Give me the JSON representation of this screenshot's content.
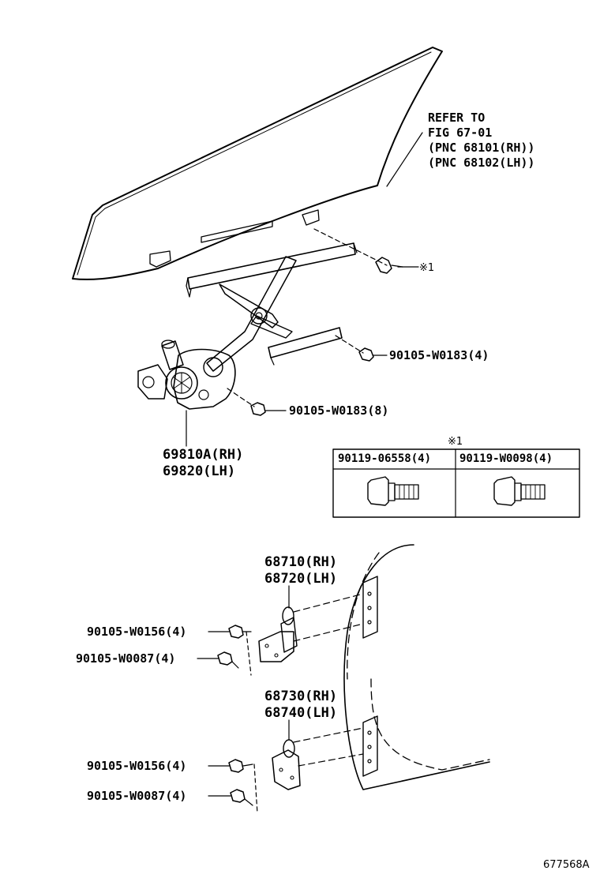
{
  "refer_note": {
    "line1": "REFER TO",
    "line2": "FIG 67-01",
    "line3": "(PNC 68101(RH))",
    "line4": "(PNC 68102(LH))"
  },
  "callouts": {
    "ref_mark_1": "※1",
    "bolt_frame_upper": "90105-W0183(4)",
    "bolt_frame_lower": "90105-W0183(8)",
    "regulator_rh": "69810A(RH)",
    "regulator_lh": "69820(LH)",
    "upper_hinge_rh": "68710(RH)",
    "upper_hinge_lh": "68720(LH)",
    "upper_hinge_bolt_a": "90105-W0156(4)",
    "upper_hinge_bolt_b": "90105-W0087(4)",
    "lower_hinge_rh": "68730(RH)",
    "lower_hinge_lh": "68740(LH)",
    "lower_hinge_bolt_a": "90105-W0156(4)",
    "lower_hinge_bolt_b": "90105-W0087(4)"
  },
  "table": {
    "header_mark": "※1",
    "columns": [
      "90119-06558(4)",
      "90119-W0098(4)"
    ],
    "icons": [
      "flange-bolt-icon",
      "flange-bolt-icon"
    ]
  },
  "figure_id": "677568A"
}
